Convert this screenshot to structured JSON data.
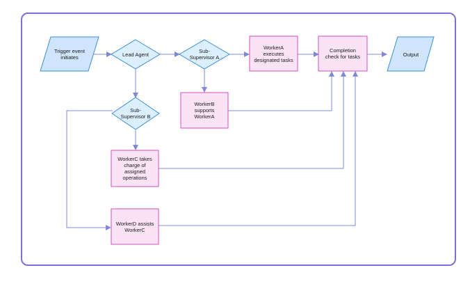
{
  "diagram": {
    "nodes": {
      "trigger": "Trigger event initiates",
      "lead": "Lead Agent",
      "subA": "Sub-Supervisor A",
      "workerA": "WorkerA executes designated tasks",
      "completion": "Completion check for tasks",
      "output": "Output",
      "workerB": "WorkerB supports WorkerA",
      "subB": "Sub-Supervisor B",
      "workerC": "WorkerC takes charge of assigned operations",
      "workerD": "WorkerD assists WorkerC"
    },
    "colors": {
      "frame": "#7b6fd8",
      "process_fill": "#fbe3f6",
      "process_stroke": "#d24fbf",
      "decision_fill": "#dcefff",
      "decision_stroke": "#3a8ed6",
      "io_fill": "#cfe5fb",
      "io_stroke": "#3a8ed6",
      "edge": "#7f88d6"
    }
  }
}
